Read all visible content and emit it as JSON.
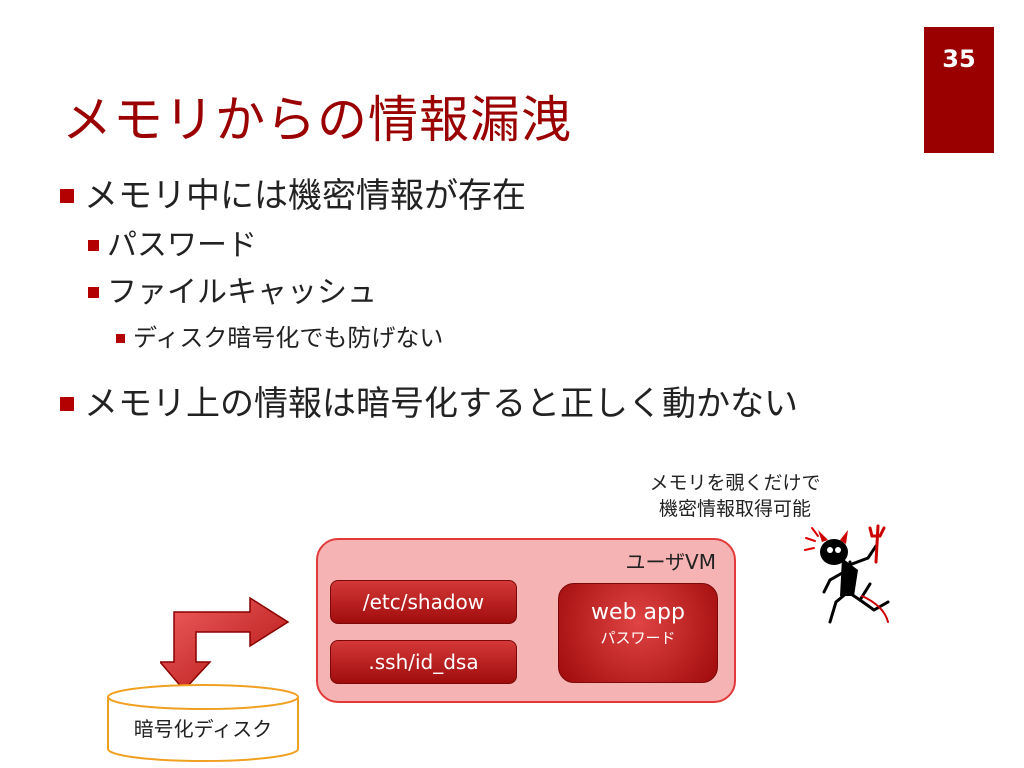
{
  "slide": {
    "page_number": "35",
    "title": "メモリからの情報漏洩"
  },
  "bullets": [
    {
      "level": 1,
      "text": "メモリ中には機密情報が存在"
    },
    {
      "level": 2,
      "text": "パスワード"
    },
    {
      "level": 2,
      "text": "ファイルキャッシュ"
    },
    {
      "level": 3,
      "text": "ディスク暗号化でも防げない"
    },
    {
      "level": 1,
      "text": "メモリ上の情報は暗号化すると正しく動かない"
    }
  ],
  "diagram": {
    "callout": [
      "メモリを覗くだけで",
      "機密情報取得可能"
    ],
    "vm_label": "ユーザVM",
    "files": [
      "/etc/shadow",
      ".ssh/id_dsa"
    ],
    "webapp": {
      "title": "web app",
      "subtitle": "パスワード"
    },
    "disk_label": "暗号化ディスク"
  },
  "colors": {
    "accent": "#9a0000",
    "bullet": "#b30000",
    "vm_fill": "#f5b3b3",
    "vm_border": "#e23a3a",
    "disk_border": "#f0a020"
  }
}
